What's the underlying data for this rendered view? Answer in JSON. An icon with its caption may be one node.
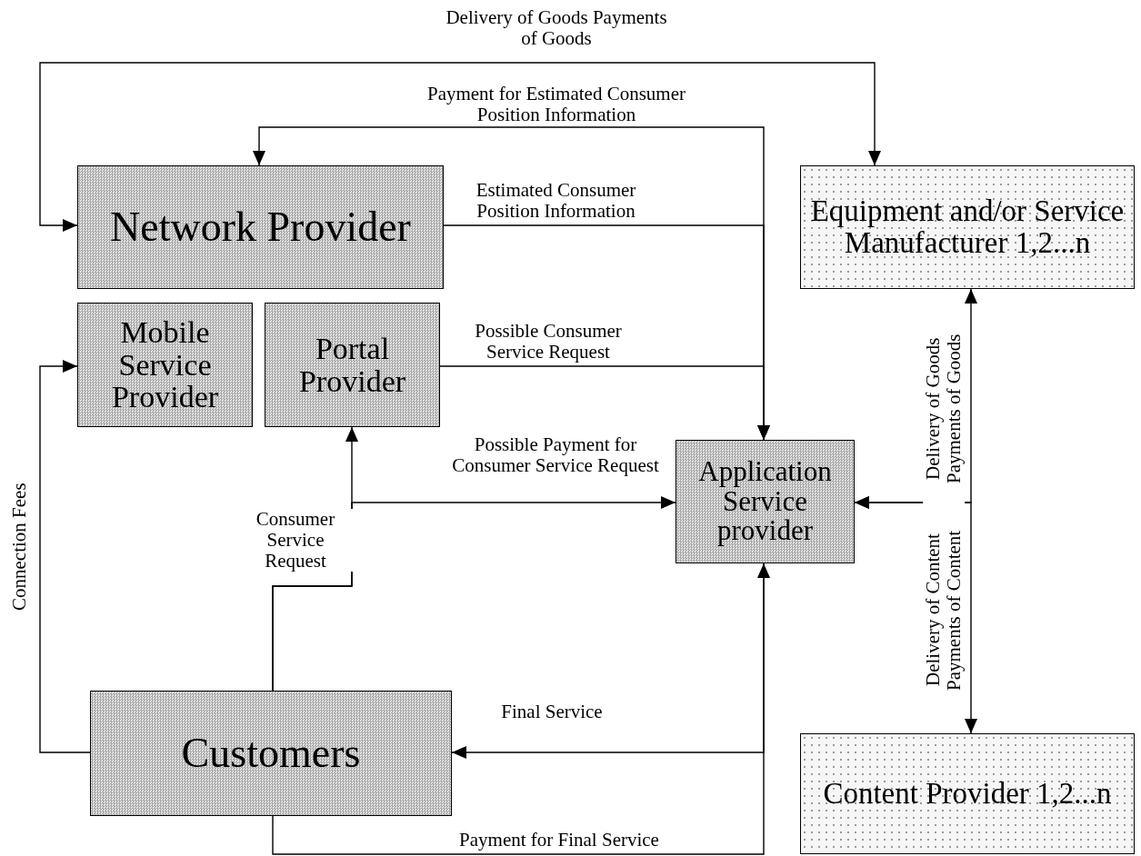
{
  "diagram": {
    "nodes": [
      {
        "text": [
          "Network Provider"
        ]
      },
      {
        "text": [
          "Mobile Service Provider"
        ]
      },
      {
        "text": [
          "Portal Provider"
        ]
      },
      {
        "text": [
          "Equipment and/or Service Manufacturer 1,2...n"
        ]
      },
      {
        "text": [
          "Application Service provider"
        ]
      },
      {
        "text": [
          "Customers"
        ]
      },
      {
        "text": [
          "Content Provider 1,2...n"
        ]
      }
    ],
    "edges": [
      {
        "from": 0,
        "to": 3,
        "arrow": "both",
        "label": "Delivery of Goods Payments of Goods"
      },
      {
        "from": 4,
        "to": 0,
        "arrow": "to",
        "label": "Payment for Estimated Consumer Position Information"
      },
      {
        "from": 0,
        "to": 4,
        "arrow": "to",
        "label": "Estimated Consumer Position Information"
      },
      {
        "from": 2,
        "to": 4,
        "arrow": "to",
        "label": "Possible Consumer Service Request"
      },
      {
        "from": 5,
        "to": 2,
        "arrow": "to",
        "label": "Consumer Service Request"
      },
      {
        "from": 5,
        "to": 4,
        "arrow": "to",
        "label": "Possible Payment for Consumer Service Request"
      },
      {
        "from": 5,
        "to": 1,
        "arrow": "to",
        "label": "Connection Fees"
      },
      {
        "from": 4,
        "to": 5,
        "arrow": "to",
        "label": "Final Service"
      },
      {
        "from": 5,
        "to": 4,
        "arrow": "to",
        "label": "Payment for Final Service"
      },
      {
        "from": 4,
        "to": 3,
        "arrow": "both",
        "label": "Delivery of Goods Payments of Goods"
      },
      {
        "from": 4,
        "to": 6,
        "arrow": "both",
        "label": "Delivery of Content Payments of Content"
      }
    ]
  }
}
